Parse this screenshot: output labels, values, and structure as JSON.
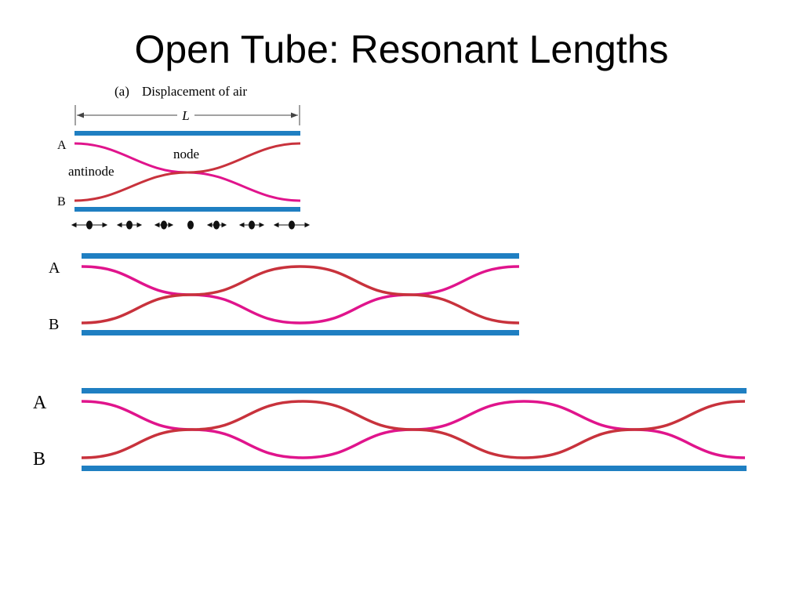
{
  "slide": {
    "title": "Open Tube: Resonant Lengths"
  },
  "figure_a": {
    "panel_label": "(a)",
    "caption": "Displacement of air",
    "length_label": "L",
    "end_label_a": "A",
    "end_label_b": "B",
    "node_label": "node",
    "antinode_label": "antinode"
  },
  "figure_b": {
    "end_label_a": "A",
    "end_label_b": "B"
  },
  "figure_c": {
    "end_label_a": "A",
    "end_label_b": "B"
  },
  "colors": {
    "tube_wall": "#1f7fc2",
    "wave_a": "#e0148c",
    "wave_b": "#c8323c",
    "text": "#000000"
  }
}
